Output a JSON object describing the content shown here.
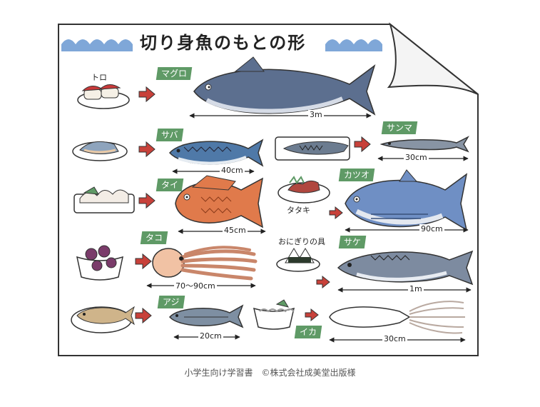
{
  "title": "切り身魚のもとの形",
  "footer": "小学生向け学習書　©株式会社成美堂出版様",
  "labels": {
    "toro": "トロ",
    "maguro": "マグロ",
    "saba": "サバ",
    "sanma": "サンマ",
    "tai": "タイ",
    "tataki": "タタキ",
    "katsuo": "カツオ",
    "tako": "タコ",
    "onigiri": "おにぎりの具",
    "sake": "サケ",
    "aji": "アジ",
    "ika": "イカ"
  },
  "sizes": {
    "maguro": "3m",
    "saba": "40cm",
    "sanma": "30cm",
    "tai": "45cm",
    "katsuo": "90cm",
    "tako": "70～90cm",
    "sake": "1m",
    "aji": "20cm",
    "ika": "30cm"
  },
  "colors": {
    "label_bg": "#5f9a66",
    "arrow": "#c8413a",
    "wave": "#7fa7d8",
    "maguro": "#5c6f8f",
    "tai": "#e07a4b",
    "katsuo": "#6f8fc4",
    "sake": "#7d8ba0"
  }
}
